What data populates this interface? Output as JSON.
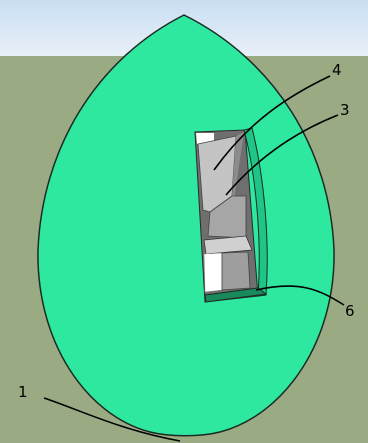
{
  "callouts": [
    {
      "id": "1",
      "label": "1"
    },
    {
      "id": "3",
      "label": "3"
    },
    {
      "id": "4",
      "label": "4"
    },
    {
      "id": "6",
      "label": "6"
    }
  ],
  "colors": {
    "sky_top": "#c9def2",
    "sky_bottom": "#e8f0f8",
    "ground": "#9aab84",
    "shell_fill": "#2fe8a0",
    "shell_outline": "#1b2a22",
    "insert_face": "#c3c3c3",
    "insert_dark": "#7b7b7b",
    "insert_white": "#ffffff",
    "insert_edge": "#1a8a5c"
  }
}
